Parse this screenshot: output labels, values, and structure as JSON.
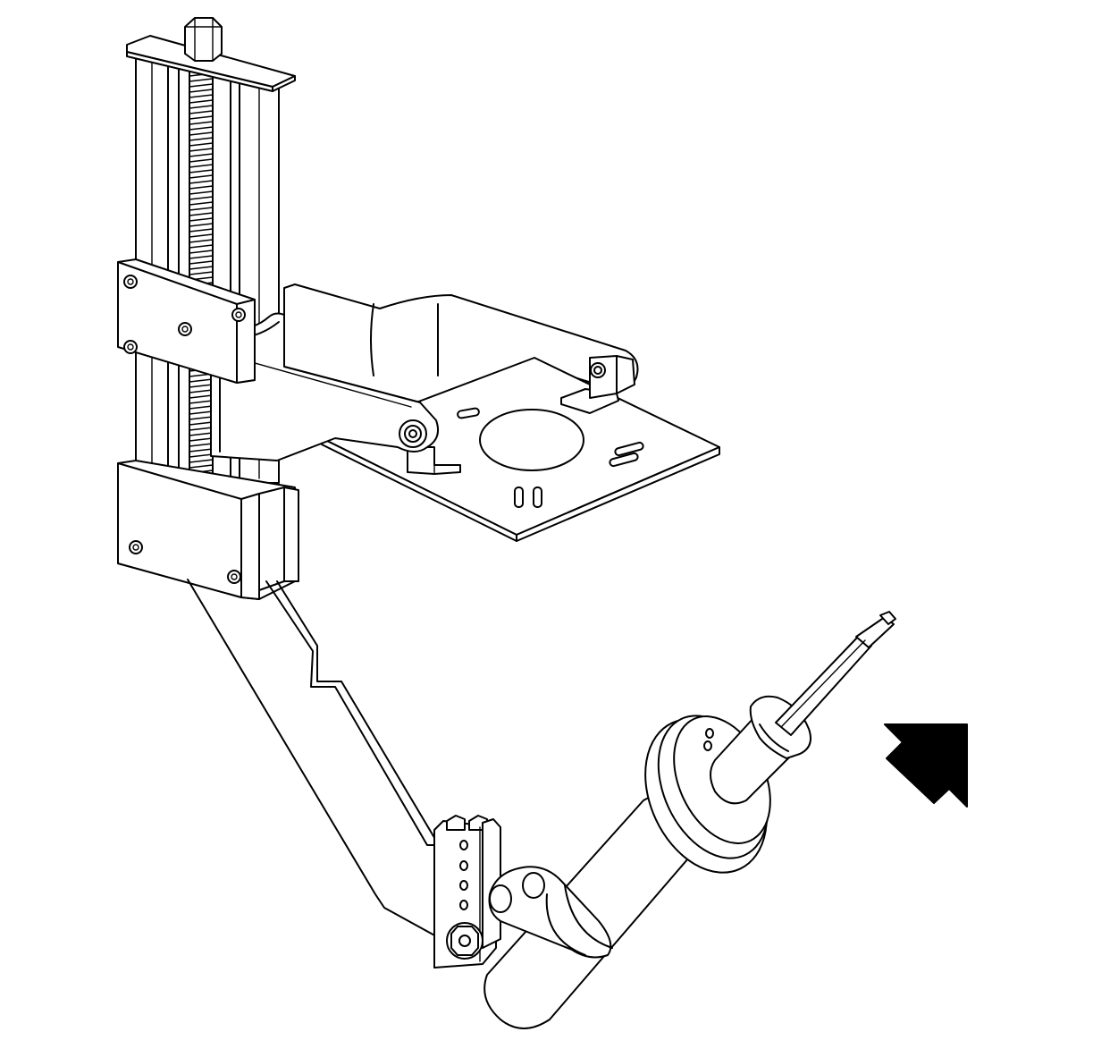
{
  "diagram": {
    "colors": {
      "line": "#000000",
      "background": "#ffffff",
      "arrow": "#000000"
    },
    "components": [
      "compressor-frame-column",
      "forcing-screw",
      "hex-nut-top",
      "upper-crossbar",
      "upper-slide-block",
      "lower-slide-block",
      "spring-support-arm",
      "upper-mounting-plate",
      "lower-extension-arm",
      "strut-clamp-bracket",
      "strut-assembly",
      "strut-spring-seat",
      "strut-piston-rod",
      "direction-arrow"
    ]
  }
}
